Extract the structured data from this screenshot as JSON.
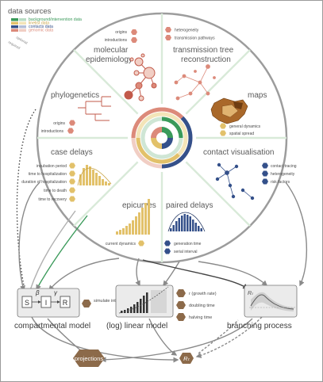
{
  "legend": {
    "title": "data sources",
    "items": [
      {
        "label": "background/intervention data",
        "color": "#3a9a5a"
      },
      {
        "label": "linelist data",
        "color": "#e2c16a"
      },
      {
        "label": "contacts data",
        "color": "#34508a"
      },
      {
        "label": "genomic data",
        "color": "#dc8a7a"
      }
    ],
    "optional_label": "optional",
    "required_label": "required"
  },
  "segments": {
    "molecular": {
      "title_line1": "molecular",
      "title_line2": "epidemiology",
      "items": [
        "origins",
        "introductions"
      ]
    },
    "transmission": {
      "title_line1": "transmission tree",
      "title_line2": "reconstruction",
      "items": [
        "heterogeneity",
        "transmission pathways"
      ]
    },
    "phylogenetics": {
      "title": "phylogenetics",
      "items": [
        "origins",
        "introductions"
      ]
    },
    "maps": {
      "title": "maps",
      "items": [
        "general dynamics",
        "spatial spread"
      ]
    },
    "case_delays": {
      "title": "case delays",
      "items": [
        "incubation period",
        "time to hospitalization",
        "duration of hospitalization",
        "time to death",
        "time to recovery"
      ]
    },
    "contact": {
      "title": "contact visualisation",
      "items": [
        "contact tracing",
        "heterogeneity",
        "risk factors"
      ]
    },
    "epicurves": {
      "title": "epicurves",
      "items": [
        "current dynamics"
      ]
    },
    "paired": {
      "title": "paired delays",
      "items": [
        "generation time",
        "serial interval"
      ]
    }
  },
  "models": {
    "compartmental": {
      "title": "compartmental model",
      "compartments": [
        "S",
        "I",
        "R"
      ],
      "params": [
        "β",
        "γ"
      ],
      "output": "simulate intervention"
    },
    "loglinear": {
      "title": "(log) linear model",
      "outputs": [
        "r (growth rate)",
        "doubling time",
        "halving time"
      ]
    },
    "branching": {
      "title": "branching process",
      "axis_label": "Rₜ"
    }
  },
  "results": {
    "projections": "projections",
    "rt": "Rₜ"
  },
  "colors": {
    "green": "#3a9a5a",
    "yellow": "#e2c16a",
    "blue": "#34508a",
    "red": "#dc8a7a",
    "ring_grey": "#9c9c9c",
    "divider": "#d9ead9",
    "text": "#5a5a5a"
  }
}
